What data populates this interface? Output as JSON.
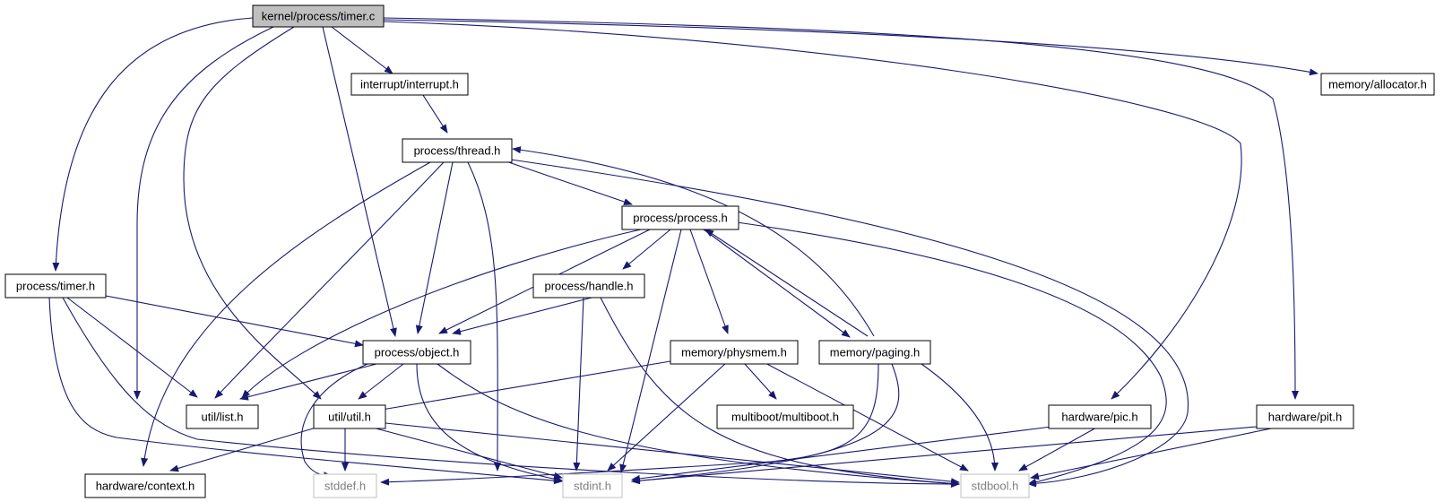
{
  "title": "kernel/process/timer.c",
  "colors": {
    "edge": "#191970",
    "root_fill": "#bfbfbf",
    "node_border": "#000000",
    "external_border": "#bfbfbf",
    "external_text": "#7f7f7f",
    "text": "#000000"
  },
  "nodes": {
    "timer_c": {
      "label": "kernel/process/timer.c",
      "style": "root"
    },
    "interrupt_h": {
      "label": "interrupt/interrupt.h",
      "style": "normal"
    },
    "allocator_h": {
      "label": "memory/allocator.h",
      "style": "normal"
    },
    "thread_h": {
      "label": "process/thread.h",
      "style": "normal"
    },
    "process_h": {
      "label": "process/process.h",
      "style": "normal"
    },
    "timer_h": {
      "label": "process/timer.h",
      "style": "normal"
    },
    "handle_h": {
      "label": "process/handle.h",
      "style": "normal"
    },
    "object_h": {
      "label": "process/object.h",
      "style": "normal"
    },
    "physmem_h": {
      "label": "memory/physmem.h",
      "style": "normal"
    },
    "paging_h": {
      "label": "memory/paging.h",
      "style": "normal"
    },
    "list_h": {
      "label": "util/list.h",
      "style": "normal"
    },
    "util_h": {
      "label": "util/util.h",
      "style": "normal"
    },
    "multiboot_h": {
      "label": "multiboot/multiboot.h",
      "style": "normal"
    },
    "pic_h": {
      "label": "hardware/pic.h",
      "style": "normal"
    },
    "pit_h": {
      "label": "hardware/pit.h",
      "style": "normal"
    },
    "context_h": {
      "label": "hardware/context.h",
      "style": "normal"
    },
    "stddef_h": {
      "label": "stddef.h",
      "style": "external"
    },
    "stdint_h": {
      "label": "stdint.h",
      "style": "external"
    },
    "stdbool_h": {
      "label": "stdbool.h",
      "style": "external"
    }
  },
  "edges": [
    [
      "timer_c",
      "interrupt_h"
    ],
    [
      "timer_c",
      "allocator_h"
    ],
    [
      "timer_c",
      "timer_h"
    ],
    [
      "timer_c",
      "list_h"
    ],
    [
      "timer_c",
      "util_h"
    ],
    [
      "timer_c",
      "object_h"
    ],
    [
      "timer_c",
      "pic_h"
    ],
    [
      "timer_c",
      "pit_h"
    ],
    [
      "interrupt_h",
      "thread_h"
    ],
    [
      "thread_h",
      "process_h"
    ],
    [
      "thread_h",
      "object_h"
    ],
    [
      "thread_h",
      "list_h"
    ],
    [
      "thread_h",
      "context_h"
    ],
    [
      "thread_h",
      "stdint_h"
    ],
    [
      "thread_h",
      "stdbool_h"
    ],
    [
      "process_h",
      "handle_h"
    ],
    [
      "process_h",
      "object_h"
    ],
    [
      "process_h",
      "list_h"
    ],
    [
      "process_h",
      "physmem_h"
    ],
    [
      "process_h",
      "paging_h"
    ],
    [
      "process_h",
      "stdint_h"
    ],
    [
      "process_h",
      "stdbool_h"
    ],
    [
      "paging_h",
      "process_h"
    ],
    [
      "paging_h",
      "thread_h"
    ],
    [
      "paging_h",
      "stddef_h"
    ],
    [
      "paging_h",
      "stdint_h"
    ],
    [
      "paging_h",
      "stdbool_h"
    ],
    [
      "timer_h",
      "object_h"
    ],
    [
      "timer_h",
      "list_h"
    ],
    [
      "timer_h",
      "stdint_h"
    ],
    [
      "timer_h",
      "stdbool_h"
    ],
    [
      "handle_h",
      "object_h"
    ],
    [
      "handle_h",
      "stdint_h"
    ],
    [
      "handle_h",
      "stdbool_h"
    ],
    [
      "object_h",
      "list_h"
    ],
    [
      "object_h",
      "util_h"
    ],
    [
      "object_h",
      "stddef_h"
    ],
    [
      "object_h",
      "stdint_h"
    ],
    [
      "object_h",
      "stdbool_h"
    ],
    [
      "physmem_h",
      "util_h"
    ],
    [
      "physmem_h",
      "multiboot_h"
    ],
    [
      "physmem_h",
      "stdint_h"
    ],
    [
      "physmem_h",
      "stdbool_h"
    ],
    [
      "util_h",
      "context_h"
    ],
    [
      "util_h",
      "stddef_h"
    ],
    [
      "util_h",
      "stdint_h"
    ],
    [
      "util_h",
      "stdbool_h"
    ],
    [
      "pic_h",
      "stdint_h"
    ],
    [
      "pic_h",
      "stdbool_h"
    ],
    [
      "pit_h",
      "stdint_h"
    ],
    [
      "pit_h",
      "stdbool_h"
    ]
  ]
}
